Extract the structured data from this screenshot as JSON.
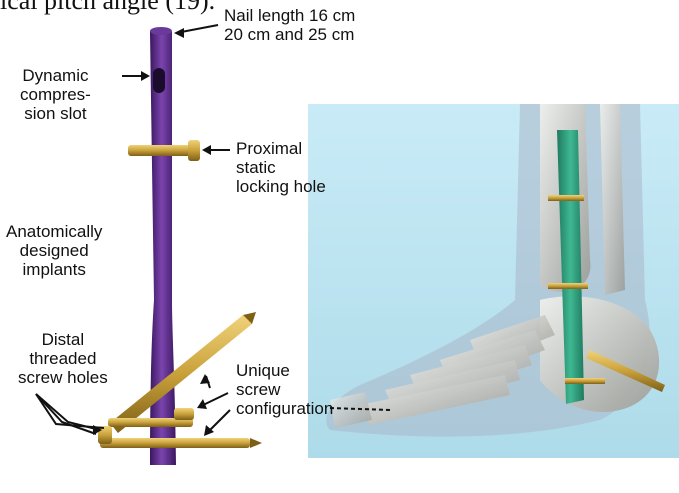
{
  "caption_fragment": "ical pitch angle (19).",
  "labels": {
    "nail_length_line1": "Nail length 16 cm",
    "nail_length_line2": "20 cm and 25 cm",
    "dynamic_line1": "Dynamic",
    "dynamic_line2": "compres-",
    "dynamic_line3": "sion slot",
    "proximal_line1": "Proximal",
    "proximal_line2": "static",
    "proximal_line3": "locking hole",
    "anatomic_line1": "Anatomically",
    "anatomic_line2": "designed",
    "anatomic_line3": "implants",
    "distal_line1": "Distal",
    "distal_line2": "threaded",
    "distal_line3": "screw holes",
    "unique_line1": "Unique",
    "unique_line2": "screw",
    "unique_line3": "configuration"
  },
  "colors": {
    "nail_purple": "#5b2a86",
    "screw_gold": "#c9a13a",
    "panel_blue": "#bfe3f0",
    "implant_green": "#2f9a7a"
  }
}
